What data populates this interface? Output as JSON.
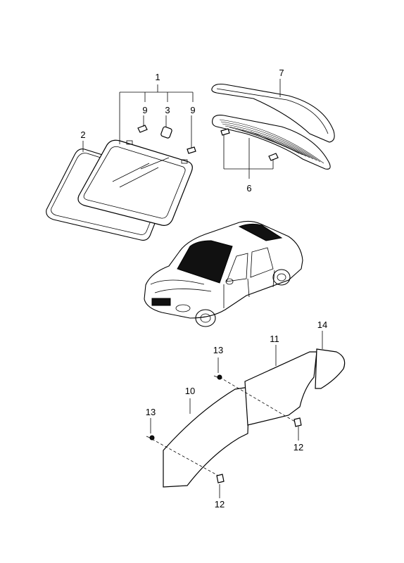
{
  "callouts": {
    "c1": "1",
    "c2": "2",
    "c3": "3",
    "c9a": "9",
    "c9b": "9",
    "c7": "7",
    "c6": "6",
    "c14": "14",
    "c11": "11",
    "c13a": "13",
    "c10": "10",
    "c13b": "13",
    "c12a": "12",
    "c12b": "12"
  }
}
